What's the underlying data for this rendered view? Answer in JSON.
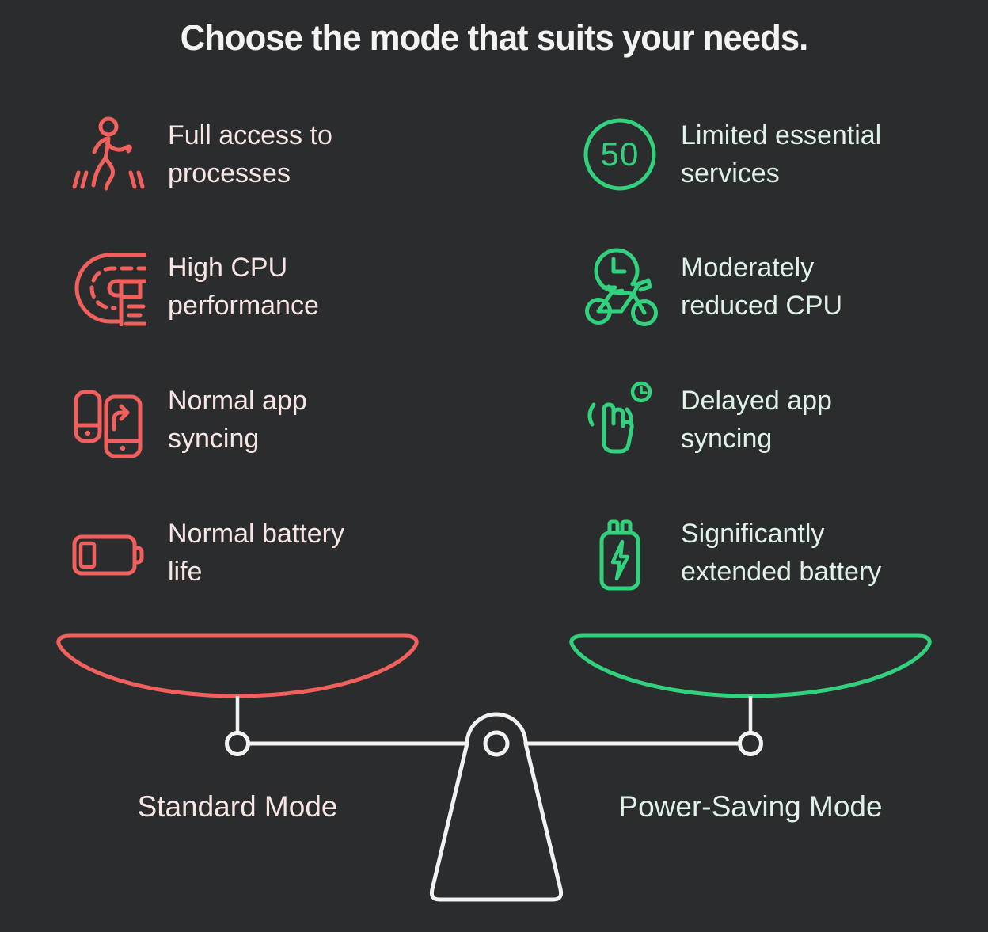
{
  "title": "Choose the mode that suits your needs.",
  "colors": {
    "background": "#2b2c2d",
    "standard_accent": "#f2605d",
    "saving_accent": "#32d17e",
    "standard_text": "#f8e6e4",
    "saving_text": "#e0f2e8",
    "scale_hardware": "#f2f2f2"
  },
  "standard_mode": {
    "label": "Standard Mode",
    "features": [
      {
        "icon": "walking-person-icon",
        "line1": "Full access to",
        "line2": "processes"
      },
      {
        "icon": "winding-road-icon",
        "line1": "High CPU",
        "line2": "performance"
      },
      {
        "icon": "watch-phone-sync-icon",
        "line1": "Normal app",
        "line2": "syncing"
      },
      {
        "icon": "battery-icon",
        "line1": "Normal battery",
        "line2": "life"
      }
    ]
  },
  "saving_mode": {
    "label": "Power-Saving Mode",
    "features": [
      {
        "icon": "speed-limit-50-icon",
        "icon_text": "50",
        "line1": "Limited essential",
        "line2": "services"
      },
      {
        "icon": "bicycle-clock-icon",
        "line1": "Moderately",
        "line2": "reduced CPU"
      },
      {
        "icon": "tap-clock-icon",
        "line1": "Delayed app",
        "line2": "syncing"
      },
      {
        "icon": "battery-lightning-icon",
        "line1": "Significantly",
        "line2": "extended battery"
      }
    ]
  }
}
